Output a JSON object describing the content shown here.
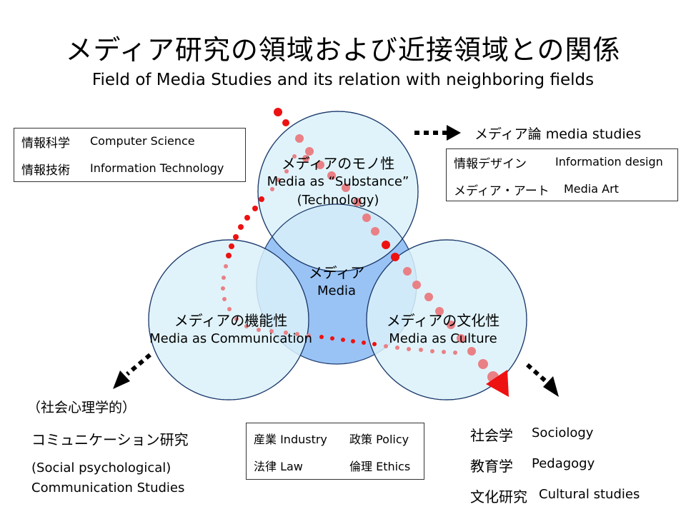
{
  "title": {
    "japanese": "メディア研究の領域および近接領域との関係",
    "english": "Field of Media Studies and its relation with neighboring fields"
  },
  "circles": {
    "top": {
      "ja": "メディアのモノ性",
      "en1": "Media as “Substance”",
      "en2": "(Technology)"
    },
    "center": {
      "ja": "メディア",
      "en": "Media"
    },
    "left": {
      "ja": "メディアの機能性",
      "en": "Media as Communication"
    },
    "right": {
      "ja": "メディアの文化性",
      "en": "Media as Culture"
    }
  },
  "box_cs": {
    "rows": [
      {
        "ja": "情報科学",
        "en": "Computer Science"
      },
      {
        "ja": "情報技術",
        "en": "Information Technology"
      }
    ]
  },
  "media_studies": {
    "label": "メディア論 media studies"
  },
  "box_design": {
    "rows": [
      {
        "ja": "情報デザイン",
        "en": "Information design"
      },
      {
        "ja": "メディア・アート",
        "en": "Media Art"
      }
    ]
  },
  "left_bottom": {
    "line1": "（社会心理学的）",
    "line2": "コミュニケーション研究",
    "line3": "(Social psychological)",
    "line4": "Communication Studies"
  },
  "box_industry": {
    "r1a": "産業 Industry",
    "r1b": "政策 Policy",
    "r2a": "法律 Law",
    "r2b": "倫理 Ethics"
  },
  "right_bottom": {
    "items": [
      {
        "ja": "社会学",
        "en": "Sociology"
      },
      {
        "ja": "教育学",
        "en": "Pedagogy"
      },
      {
        "ja": "文化研究",
        "en": "Cultural studies"
      }
    ]
  },
  "colors": {
    "circle_fill": "#dbf1f9",
    "center_fill": "#99c3f5",
    "circle_stroke": "#1f3c6e",
    "dot_red": "#ee1111",
    "dot_pink": "#e98085",
    "arrow_red": "#ee1111"
  }
}
